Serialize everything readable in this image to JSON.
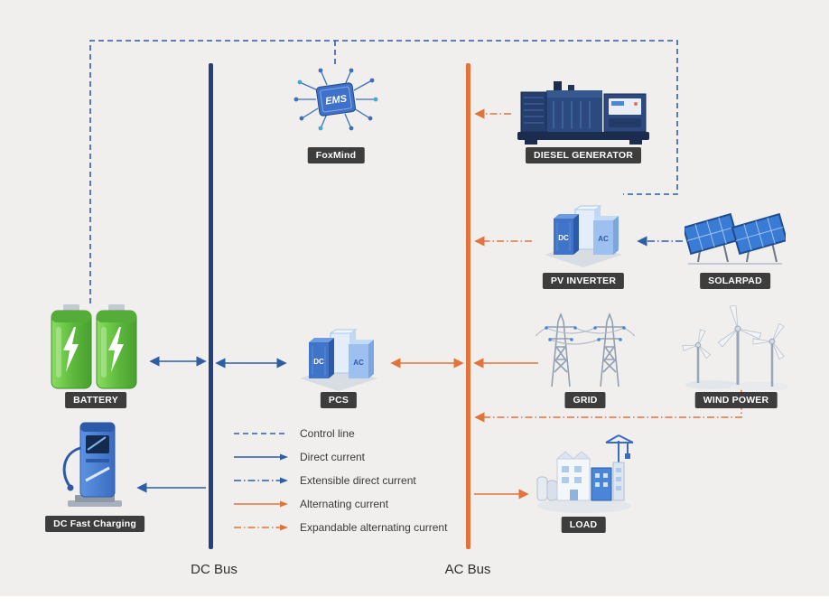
{
  "colors": {
    "background": "#f0efed",
    "dc_bus": "#26407c",
    "ac_bus": "#e0743c",
    "dc_line": "#2e5fa5",
    "ac_line": "#e0743c",
    "label_bg": "#3d3d3d",
    "label_text": "#ffffff"
  },
  "buses": {
    "dc": {
      "label": "DC Bus"
    },
    "ac": {
      "label": "AC Bus"
    }
  },
  "nodes": {
    "foxmind": {
      "label": "FoxMind",
      "chip_text": "EMS"
    },
    "diesel_generator": {
      "label": "DIESEL GENERATOR"
    },
    "pv_inverter": {
      "label": "PV INVERTER",
      "dc_text": "DC",
      "ac_text": "AC"
    },
    "solarpad": {
      "label": "SOLARPAD"
    },
    "battery": {
      "label": "BATTERY"
    },
    "pcs": {
      "label": "PCS",
      "dc_text": "DC",
      "ac_text": "AC"
    },
    "grid": {
      "label": "GRID"
    },
    "wind_power": {
      "label": "WIND POWER"
    },
    "dc_fast_charging": {
      "label": "DC Fast Charging"
    },
    "load": {
      "label": "LOAD"
    }
  },
  "legend": {
    "items": [
      {
        "label": "Control line",
        "line_style": "dashed",
        "color": "#2e5fa5"
      },
      {
        "label": "Direct current",
        "line_style": "solid-arrow",
        "color": "#2e5fa5"
      },
      {
        "label": "Extensible direct current",
        "line_style": "dash-dot-arrow",
        "color": "#2e5fa5"
      },
      {
        "label": "Alternating current",
        "line_style": "solid-arrow",
        "color": "#e0743c"
      },
      {
        "label": "Expandable alternating current",
        "line_style": "dash-dot-arrow",
        "color": "#e0743c"
      }
    ]
  }
}
